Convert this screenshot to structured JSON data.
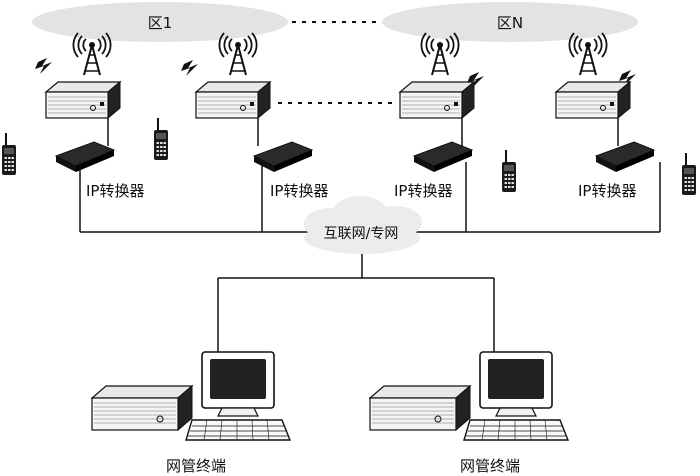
{
  "zones": [
    {
      "label": "区1"
    },
    {
      "label": "区N"
    }
  ],
  "converter_label": "IP转换器",
  "network_label": "互联网/专网",
  "terminal_label": "网管终端",
  "colors": {
    "line": "#111111",
    "zone_fill": "#e3e3e3",
    "cloud_fill": "#ececec",
    "screen": "#222222"
  },
  "icons": [
    "antenna-tower-icon",
    "lightning-icon",
    "base-station-icon",
    "radio-handset-icon",
    "ip-converter-icon",
    "cloud-icon",
    "computer-monitor-icon",
    "keyboard-icon"
  ]
}
